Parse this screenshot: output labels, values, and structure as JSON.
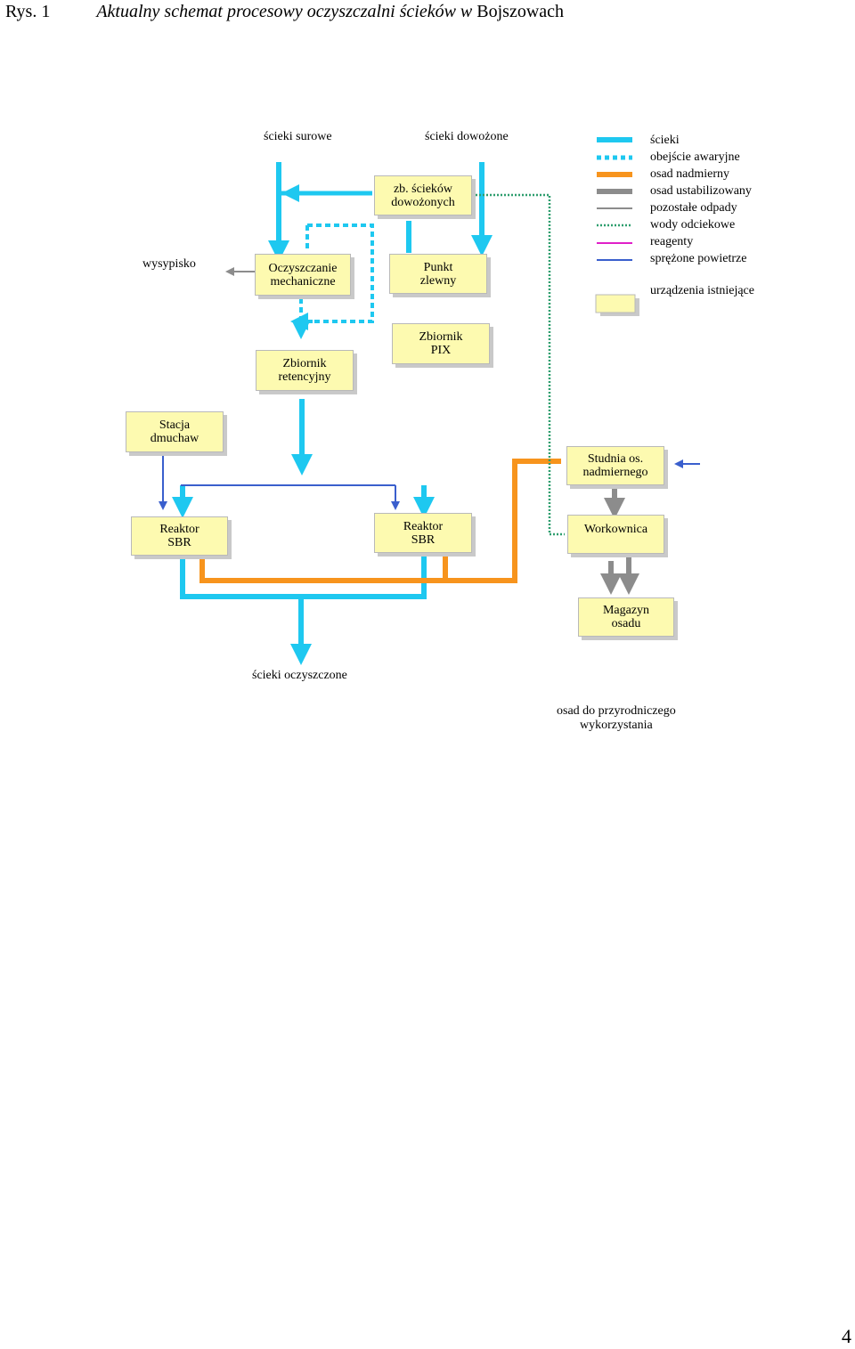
{
  "header": {
    "figure_label": "Rys. 1",
    "title_italic": "Aktualny schemat procesowy oczyszczalni ścieków w",
    "title_place": "Bojszowach"
  },
  "labels": {
    "sewage_raw": "ścieki surowe",
    "sewage_delivered": "ścieki dowożone",
    "landfill": "wysypisko",
    "treated": "ścieki oczyszczone",
    "sludge_use_l1": "osad do przyrodniczego",
    "sludge_use_l2": "wykorzystania"
  },
  "boxes": {
    "delivered_tank": [
      "zb. ścieków",
      "dowożonych"
    ],
    "mechanical": [
      "Oczyszczanie",
      "mechaniczne"
    ],
    "dump_point": [
      "Punkt",
      "zlewny"
    ],
    "retention_tank": [
      "Zbiornik",
      "retencyjny"
    ],
    "pix_tank": [
      "Zbiornik",
      "PIX"
    ],
    "blower_station": [
      "Stacja",
      "dmuchaw"
    ],
    "excess_sludge_well": [
      "Studnia os.",
      "nadmiernego"
    ],
    "sbr_reactor_1": [
      "Reaktor",
      "SBR"
    ],
    "sbr_reactor_2": [
      "Reaktor",
      "SBR"
    ],
    "press": [
      "Workownica"
    ],
    "sludge_store": [
      "Magazyn",
      "osadu"
    ]
  },
  "legend": {
    "items": [
      {
        "label": "ścieki",
        "color": "#1ec8f0",
        "style": "solid-thick"
      },
      {
        "label": "obejście awaryjne",
        "color": "#1ec8f0",
        "style": "dashed-thick"
      },
      {
        "label": "osad nadmierny",
        "color": "#f7941d",
        "style": "solid-thick"
      },
      {
        "label": "osad ustabilizowany",
        "color": "#8c8c8c",
        "style": "solid-thick"
      },
      {
        "label": "pozostałe odpady",
        "color": "#8c8c8c",
        "style": "solid-thin"
      },
      {
        "label": "wody odciekowe",
        "color": "#2e9e6e",
        "style": "dotted"
      },
      {
        "label": "reagenty",
        "color": "#e020c8",
        "style": "solid-thin"
      },
      {
        "label": "sprężone powietrze",
        "color": "#3a5fcd",
        "style": "solid-thin"
      }
    ],
    "existing_label": "urządzenia istniejące",
    "existing_color": "#fdfab0"
  },
  "page_number": "4"
}
